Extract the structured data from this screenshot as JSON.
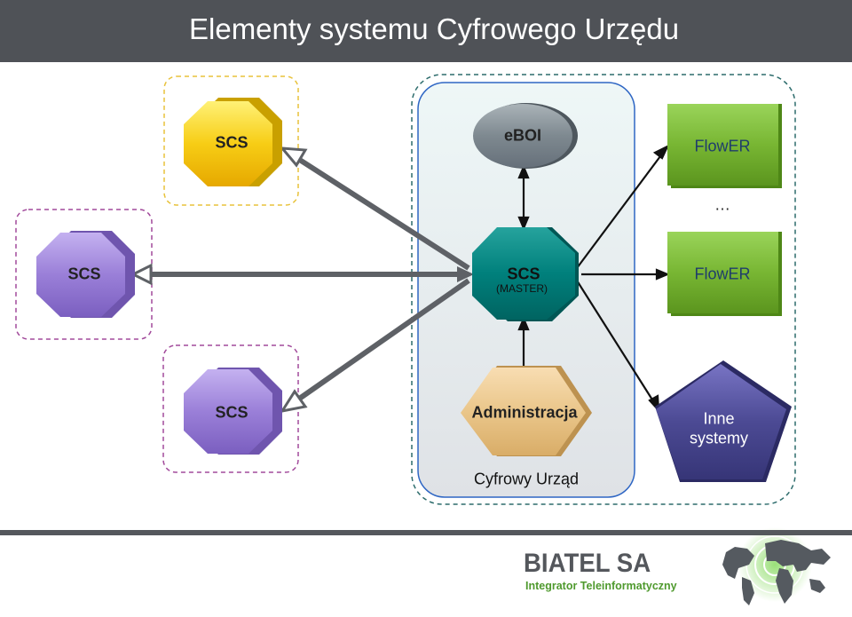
{
  "title": "Elementy systemu Cyfrowego Urzędu",
  "nodes": {
    "scs_top": "SCS",
    "scs_left": "SCS",
    "scs_bottom": "SCS",
    "eboi": "eBOI",
    "scs_master": "SCS",
    "scs_master_sub": "(MASTER)",
    "administracja": "Administracja",
    "cyfrowy_urzad": "Cyfrowy Urząd",
    "flower_top": "FlowER",
    "ellipsis": "…",
    "flower_bottom": "FlowER",
    "inne_systemy_line1": "Inne",
    "inne_systemy_line2": "systemy"
  },
  "footer": {
    "company": "BIATEL SA",
    "tagline": "Integrator Teleinformatyczny"
  },
  "colors": {
    "title_bar": "#4f5257",
    "scs_yellow": "#f5c400",
    "scs_purple": "#9b7fd6",
    "scs_master": "#00807c",
    "eboi": "#7e8990",
    "administracja": "#e8c68c",
    "flower": "#7ab836",
    "inne_systemy": "#4c4a94",
    "connector": "#5e6166",
    "brand_green": "#4f9a2e"
  },
  "icons": {
    "world_map": "world-map-icon"
  }
}
